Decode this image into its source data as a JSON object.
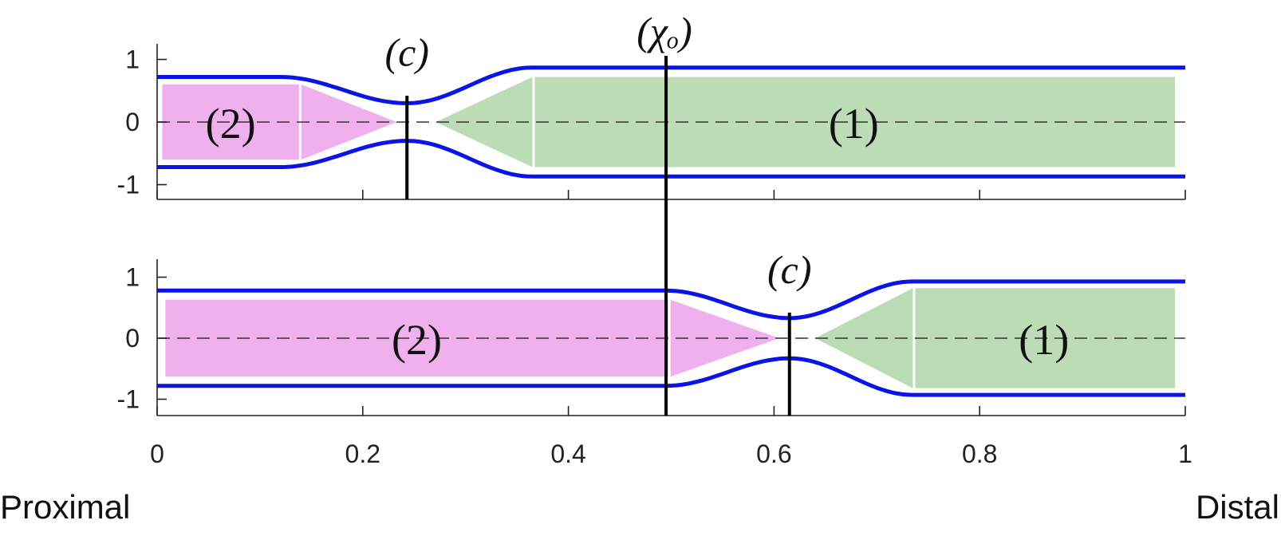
{
  "diagram": {
    "colors": {
      "vessel_wall": "#0a14e6",
      "region_proximal_fill": "#f0b0ee",
      "region_distal_fill": "#bcdcb6",
      "axis": "#222222",
      "marker_line": "#000000",
      "centerline": "#333333"
    },
    "x_axis": {
      "range": [
        0,
        1
      ],
      "ticks": [
        {
          "value": 0,
          "label": "0"
        },
        {
          "value": 0.2,
          "label": "0.2"
        },
        {
          "value": 0.4,
          "label": "0.4"
        },
        {
          "value": 0.6,
          "label": "0.6"
        },
        {
          "value": 0.8,
          "label": "0.8"
        },
        {
          "value": 1,
          "label": "1"
        }
      ],
      "left_end_label": "Proximal",
      "right_end_label": "Distal"
    },
    "y_axis": {
      "range": [
        -1.25,
        1.25
      ],
      "ticks": [
        {
          "value": 1,
          "label": "1"
        },
        {
          "value": 0,
          "label": "0"
        },
        {
          "value": -1,
          "label": "-1"
        }
      ]
    },
    "shared_marker": {
      "label": "(χₒ)",
      "x": 0.495
    },
    "panels": [
      {
        "name": "top",
        "constriction_label": "(c)",
        "constriction_x": 0.243,
        "region_left_label": "(2)",
        "region_right_label": "(1)",
        "wall": {
          "x0": 0.12,
          "xmin": 0.243,
          "x1": 0.365,
          "r_left": 0.72,
          "r_min": 0.3,
          "r_right": 0.87
        },
        "fill_left": {
          "x_start": 0.005,
          "x_taper": 0.138,
          "x_tip": 0.233,
          "half_height": 0.6
        },
        "fill_right": {
          "x_tip": 0.271,
          "x_taper": 0.365,
          "x_end": 0.99,
          "half_height": 0.72
        }
      },
      {
        "name": "bottom",
        "constriction_label": "(c)",
        "constriction_x": 0.615,
        "region_left_label": "(2)",
        "region_right_label": "(1)",
        "wall": {
          "x0": 0.495,
          "xmin": 0.615,
          "x1": 0.735,
          "r_left": 0.78,
          "r_min": 0.33,
          "r_right": 0.93
        },
        "fill_left": {
          "x_start": 0.008,
          "x_taper": 0.497,
          "x_tip": 0.605,
          "half_height": 0.63
        },
        "fill_right": {
          "x_tip": 0.64,
          "x_taper": 0.735,
          "x_end": 0.99,
          "half_height": 0.82
        }
      }
    ]
  }
}
